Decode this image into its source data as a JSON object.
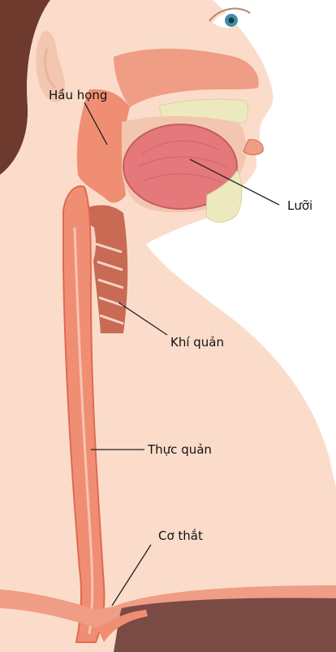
{
  "labels": {
    "pharynx": "Hầu họng",
    "tongue": "Lưỡi",
    "trachea": "Khí quản",
    "esophagus": "Thực quản",
    "sphincter": "Cơ thắt"
  },
  "colors": {
    "skin": "#FBDCCB",
    "skin_shadow": "#F3C6B0",
    "hair": "#6E3A2E",
    "cavity": "#EF9D84",
    "tissue": "#F08E73",
    "tongue": "#E4787A",
    "bone": "#EDE9BF",
    "muscle": "#E9826A",
    "trachea": "#C96A55",
    "stomach": "#7A4A45"
  }
}
